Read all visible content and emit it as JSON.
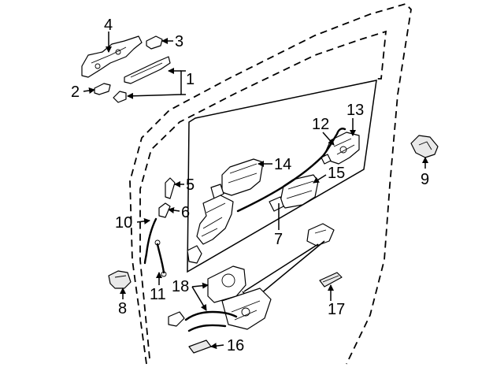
{
  "callouts": {
    "c1": "1",
    "c2": "2",
    "c3": "3",
    "c4": "4",
    "c5": "5",
    "c6": "6",
    "c7": "7",
    "c8": "8",
    "c9": "9",
    "c10": "10",
    "c11": "11",
    "c12": "12",
    "c13": "13",
    "c14": "14",
    "c15": "15",
    "c16": "16",
    "c17": "17",
    "c18": "18"
  }
}
